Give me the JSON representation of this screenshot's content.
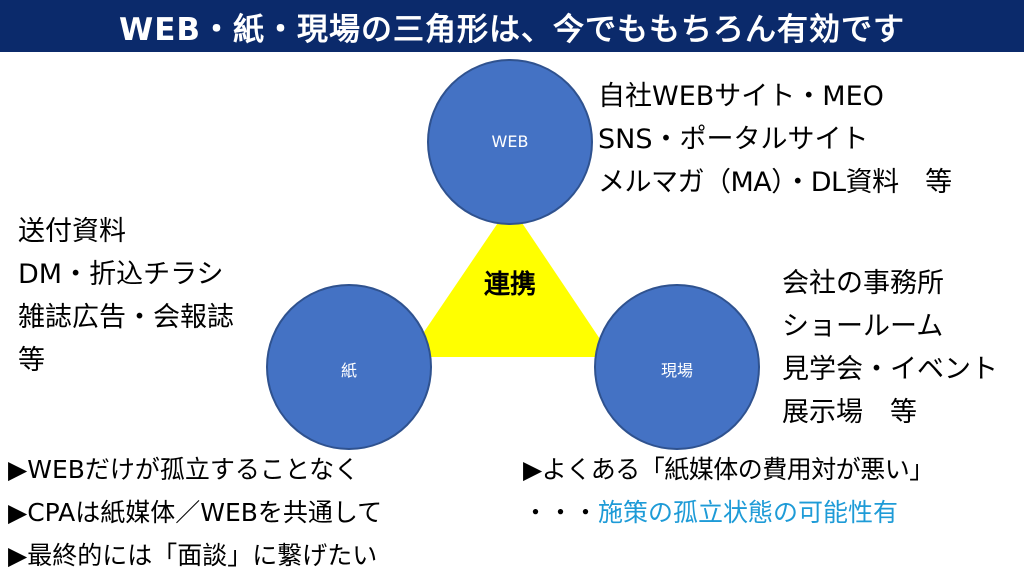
{
  "title": "WEB・紙・現場の三角形は、今でももちろん有効です",
  "colors": {
    "title_bg": "#0b2a6b",
    "circle_fill": "#4472c4",
    "circle_stroke": "#2f528f",
    "triangle_fill": "#ffff00",
    "accent": "#1e9bd7"
  },
  "diagram": {
    "center_label": "連携",
    "nodes": {
      "web": "WEB",
      "paper": "紙",
      "onsite": "現場"
    }
  },
  "web_items": [
    "自社WEBサイト・MEO",
    "SNS・ポータルサイト",
    "メルマガ（MA）・DL資料　等"
  ],
  "paper_items": [
    "送付資料",
    "DM・折込チラシ",
    "雑誌広告・会報誌",
    "等"
  ],
  "onsite_items": [
    "会社の事務所",
    "ショールーム",
    "見学会・イベント",
    "展示場　等"
  ],
  "bottom_left": [
    "▶WEBだけが孤立することなく",
    "▶CPAは紙媒体／WEBを共通して",
    "▶最終的には「面談」に繋げたい"
  ],
  "bottom_right": {
    "line1": "▶よくある「紙媒体の費用対が悪い」",
    "line2_prefix": "・・・",
    "line2_highlight": "施策の孤立状態の可能性有"
  }
}
